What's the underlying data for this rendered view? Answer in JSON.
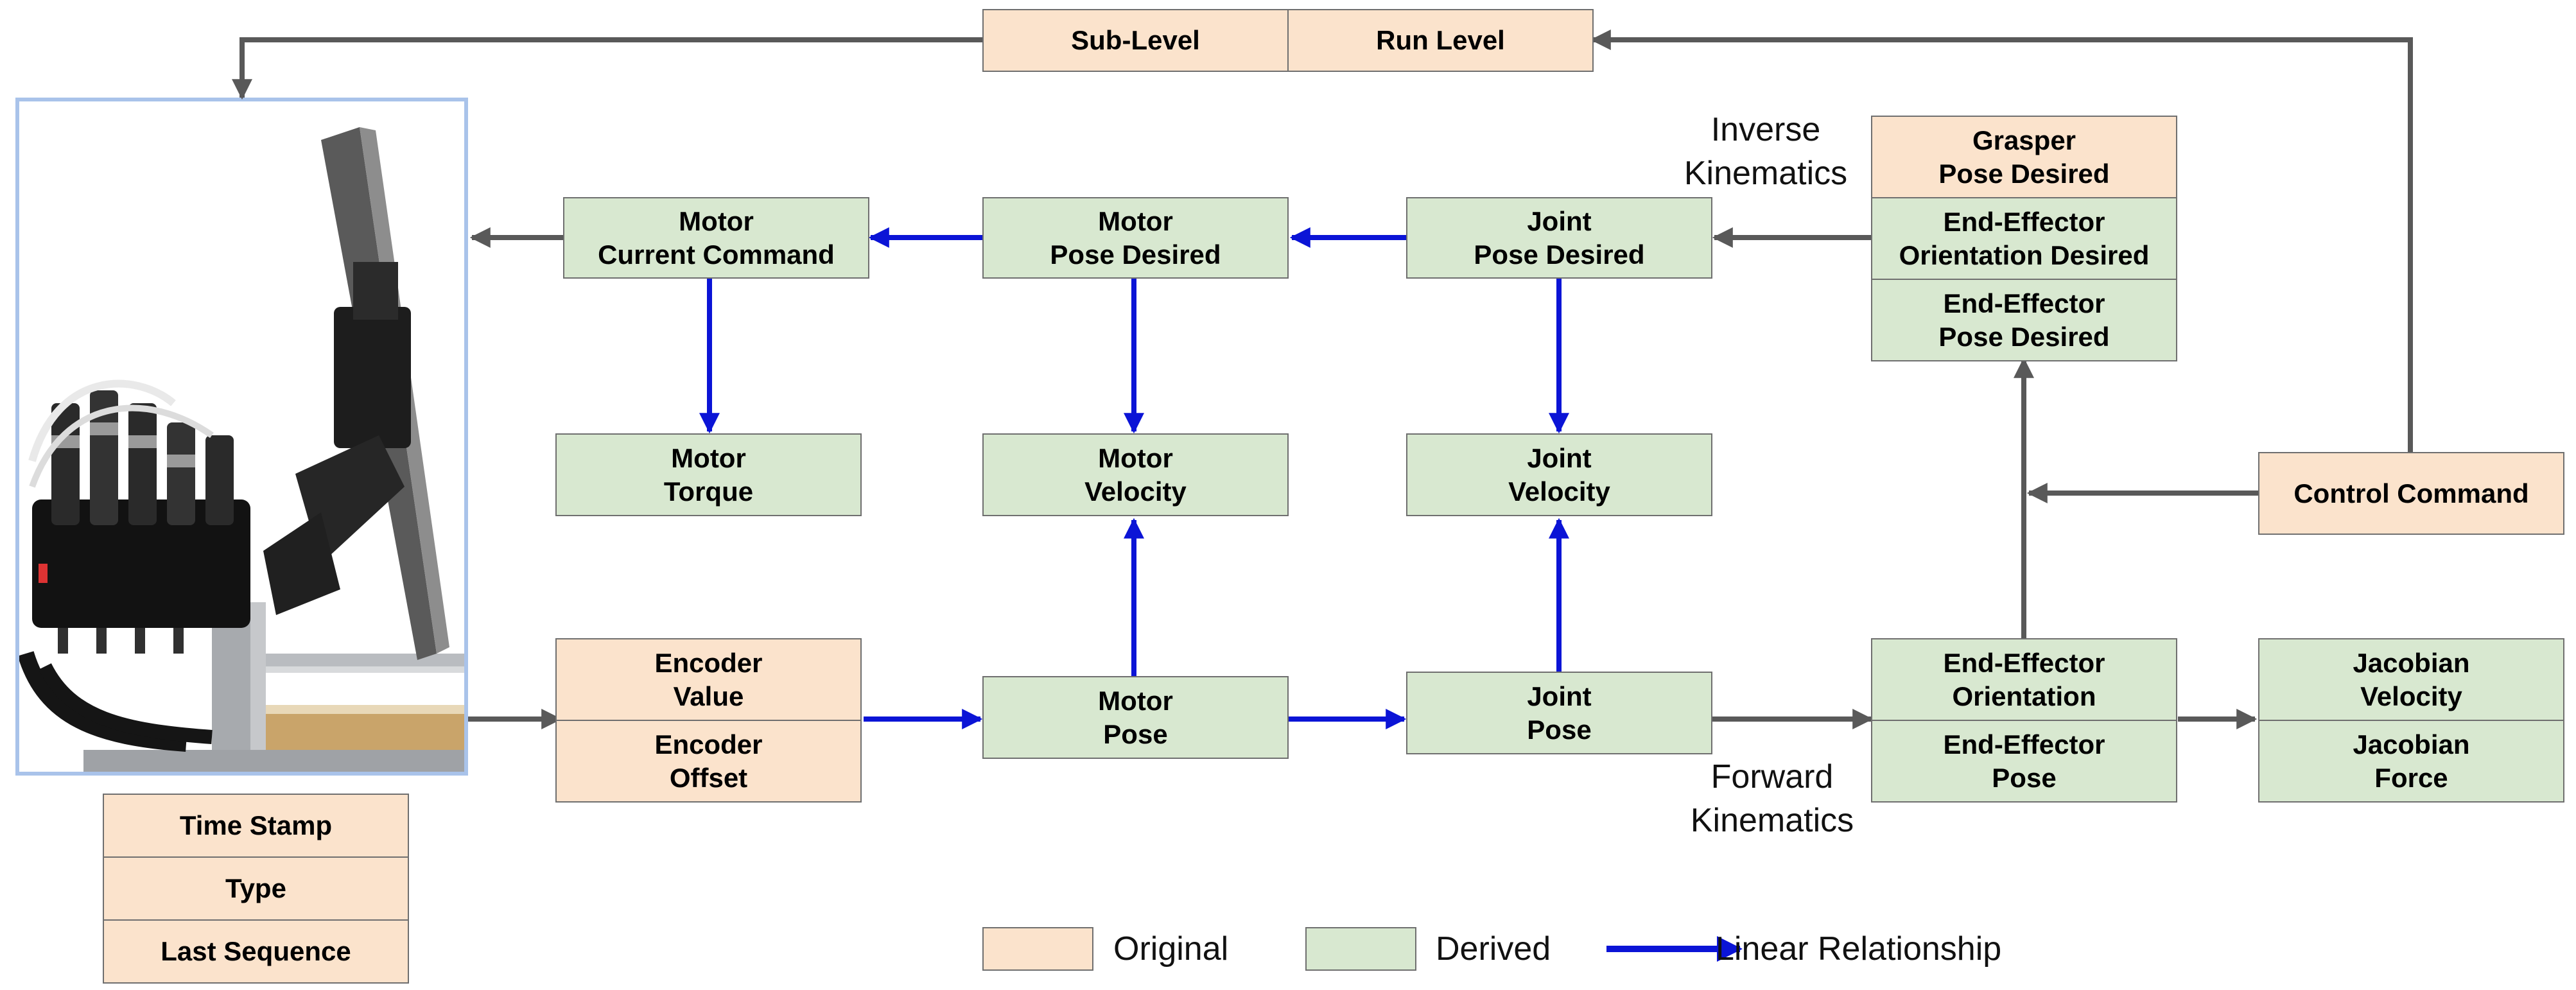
{
  "colors": {
    "original": "#fbe3cc",
    "derived": "#d8e8d0",
    "linear_arrow": "#0b14d6",
    "gray_arrow": "#595959",
    "photo_border": "#a9c3ea"
  },
  "robot_photo": {
    "icon": "surgical-robot-arm-photo"
  },
  "header": {
    "sub_level": "Sub-Level",
    "run_level": "Run Level"
  },
  "nodes": {
    "motor_current_command": "Motor\nCurrent Command",
    "motor_pose_desired": "Motor\nPose Desired",
    "joint_pose_desired": "Joint\nPose Desired",
    "grasper_pose_desired": "Grasper\nPose Desired",
    "ee_orientation_desired": "End-Effector\nOrientation Desired",
    "ee_pose_desired": "End-Effector\nPose Desired",
    "motor_torque": "Motor\nTorque",
    "motor_velocity": "Motor\nVelocity",
    "joint_velocity": "Joint\nVelocity",
    "control_command": "Control Command",
    "encoder_value": "Encoder\nValue",
    "encoder_offset": "Encoder\nOffset",
    "motor_pose": "Motor\nPose",
    "joint_pose": "Joint\nPose",
    "ee_orientation": "End-Effector\nOrientation",
    "ee_pose": "End-Effector\nPose",
    "jacobian_velocity": "Jacobian\nVelocity",
    "jacobian_force": "Jacobian\nForce",
    "time_stamp": "Time Stamp",
    "type": "Type",
    "last_sequence": "Last Sequence"
  },
  "labels": {
    "inverse_kinematics": "Inverse\nKinematics",
    "forward_kinematics": "Forward\nKinematics"
  },
  "legend": {
    "original": "Original",
    "derived": "Derived",
    "linear_relationship": "Linear Relationship"
  }
}
